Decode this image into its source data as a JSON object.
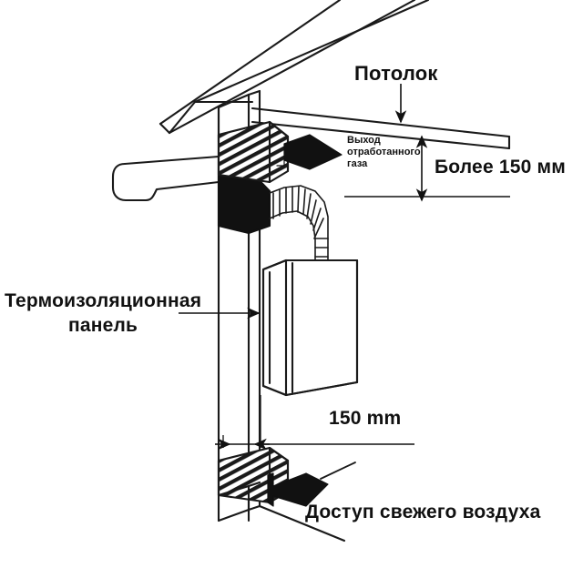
{
  "diagram": {
    "title_alt": "Wall-mounted gas boiler installation clearance diagram",
    "background_color": "#ffffff",
    "line_color": "#1a1a1a",
    "fill_black": "#111111",
    "labels": {
      "ceiling": "Потолок",
      "clearance_top": "Более 150 мм",
      "exhaust_line1": "Выход",
      "exhaust_line2": "отработанного",
      "exhaust_line3": "газа",
      "thermal_panel_line1": "Термоизоляционная",
      "thermal_panel_line2": "панель",
      "distance_side": "150 mm",
      "fresh_air": "Доступ свежего воздуха"
    },
    "parts": {
      "roof_slab": "roof-slab",
      "ceiling_slab": "ceiling-slab",
      "wall_column": "wall-column",
      "thermal_panel": "thermal-insulation-panel",
      "upper_vent": "upper-vent-grille",
      "lower_vent": "lower-vent-grille",
      "boiler": "boiler-unit",
      "flue_duct": "flexible-flue-duct",
      "exhaust_arrow": "exhaust-arrow",
      "fresh_air_arrow": "fresh-air-arrow",
      "left_beam": "left-beam",
      "black_block_upper": "black-block-upper",
      "black_block_lower": "black-block-lower"
    },
    "dimensions": {
      "vertical_clearance_value": "Более 150 мм",
      "horizontal_clearance_value": "150 mm"
    }
  }
}
